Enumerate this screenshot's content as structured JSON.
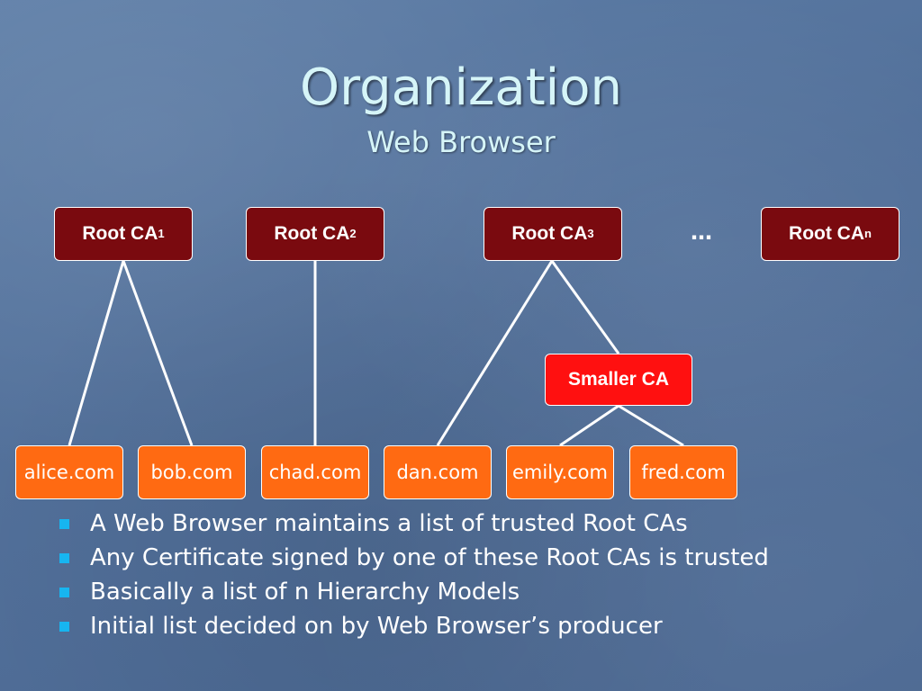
{
  "slide": {
    "title": "Organization",
    "subtitle": "Web Browser"
  },
  "diagram": {
    "roots": [
      {
        "label": "Root CA",
        "subscript": "1"
      },
      {
        "label": "Root CA",
        "subscript": "2"
      },
      {
        "label": "Root CA",
        "subscript": "3"
      },
      {
        "label": "Root CA",
        "subscript": "n"
      }
    ],
    "ellipsis": "…",
    "intermediate": {
      "label": "Smaller CA"
    },
    "leaves": [
      "alice.com",
      "bob.com",
      "chad.com",
      "dan.com",
      "emily.com",
      "fred.com"
    ],
    "edges": [
      {
        "from": "Root CA1",
        "to": "alice.com"
      },
      {
        "from": "Root CA1",
        "to": "bob.com"
      },
      {
        "from": "Root CA2",
        "to": "chad.com"
      },
      {
        "from": "Root CA3",
        "to": "dan.com"
      },
      {
        "from": "Root CA3",
        "to": "Smaller CA"
      },
      {
        "from": "Smaller CA",
        "to": "emily.com"
      },
      {
        "from": "Smaller CA",
        "to": "fred.com"
      }
    ]
  },
  "bullets": [
    "A Web Browser maintains a list of trusted Root CAs",
    "Any Certificate signed by one of these Root CAs is trusted",
    "Basically a list of n Hierarchy Models",
    "Initial list decided on by Web Browser’s producer"
  ],
  "colors": {
    "background": "#52709a",
    "title": "#d6f5f8",
    "root_box": "#7a0a0f",
    "smaller_ca_box": "#ff1010",
    "leaf_box": "#ff6a12",
    "bullet_marker": "#17b5f0",
    "connector": "#ffffff"
  }
}
